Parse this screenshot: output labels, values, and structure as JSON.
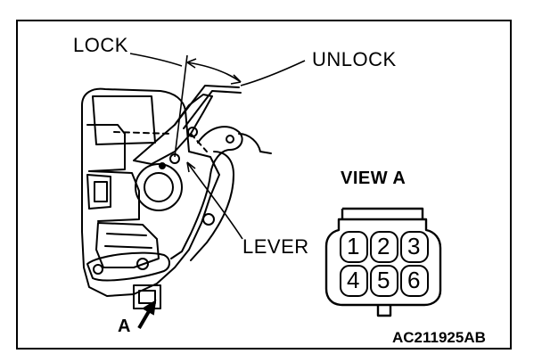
{
  "labels": {
    "lock": "LOCK",
    "unlock": "UNLOCK",
    "lever": "LEVER",
    "view_a": "VIEW A",
    "arrow_a": "A",
    "figure_id": "AC211925AB"
  },
  "connector": {
    "pins": [
      "1",
      "2",
      "3",
      "4",
      "5",
      "6"
    ]
  }
}
